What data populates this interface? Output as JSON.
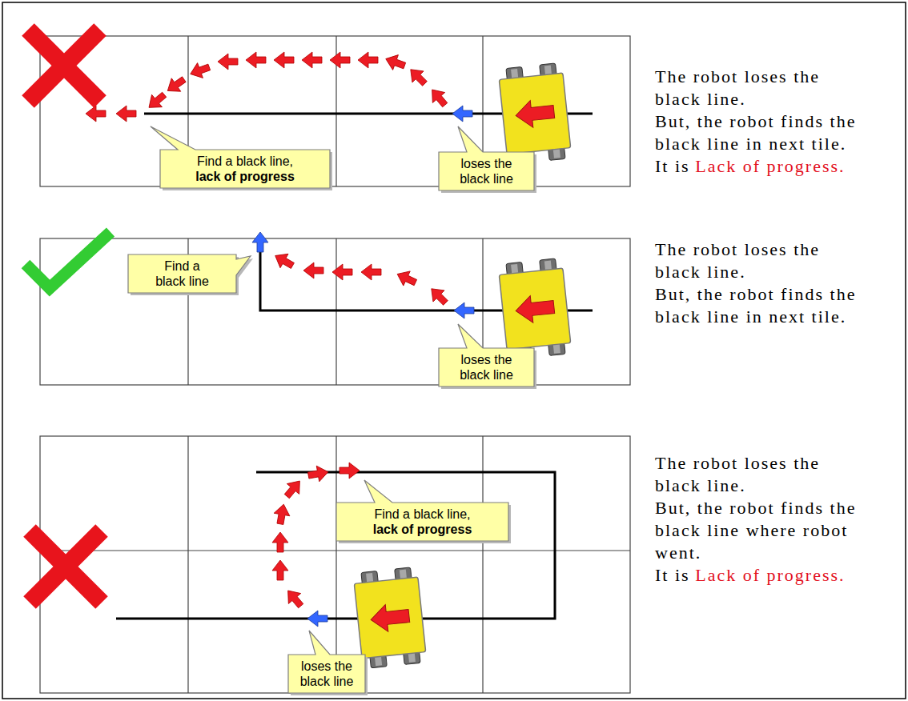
{
  "diagram": {
    "nodes": [
      {
        "text": [
          "Find a black line,",
          "lack of progress"
        ]
      },
      {
        "text": [
          "loses the black line"
        ]
      },
      {
        "text": [
          "Find a black line"
        ]
      },
      {
        "text": [
          "loses the black line"
        ]
      },
      {
        "text": [
          "Find a black line,",
          "lack of progress"
        ]
      },
      {
        "text": [
          "loses the black line"
        ]
      }
    ],
    "labels": [
      "The robot loses the black line.",
      "But, the robot finds the black line in next tile.",
      "It is",
      "Lack of progress.",
      "The robot loses the black line.",
      "But, the robot finds the black line in next tile.",
      "The robot loses the black line.",
      "But, the robot finds the black line where robot went.",
      "It is",
      "Lack of progress."
    ]
  }
}
